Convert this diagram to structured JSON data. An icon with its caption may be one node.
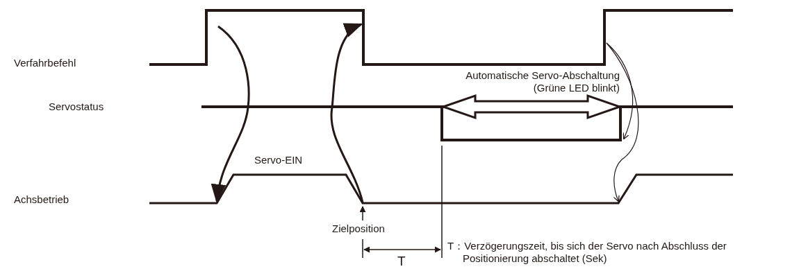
{
  "diagram": {
    "labels": [
      "Verfahrbefehl",
      "Automatische Servo-Abschaltung (Grüne LED blinkt)",
      "Servostatus",
      "Servo-EIN",
      "Achsbetrieb",
      "Zielposition",
      "T",
      "T：Verzögerungszeit, bis sich der Servo nach Abschluss der Positionierung abschaltet (Sek)"
    ]
  }
}
